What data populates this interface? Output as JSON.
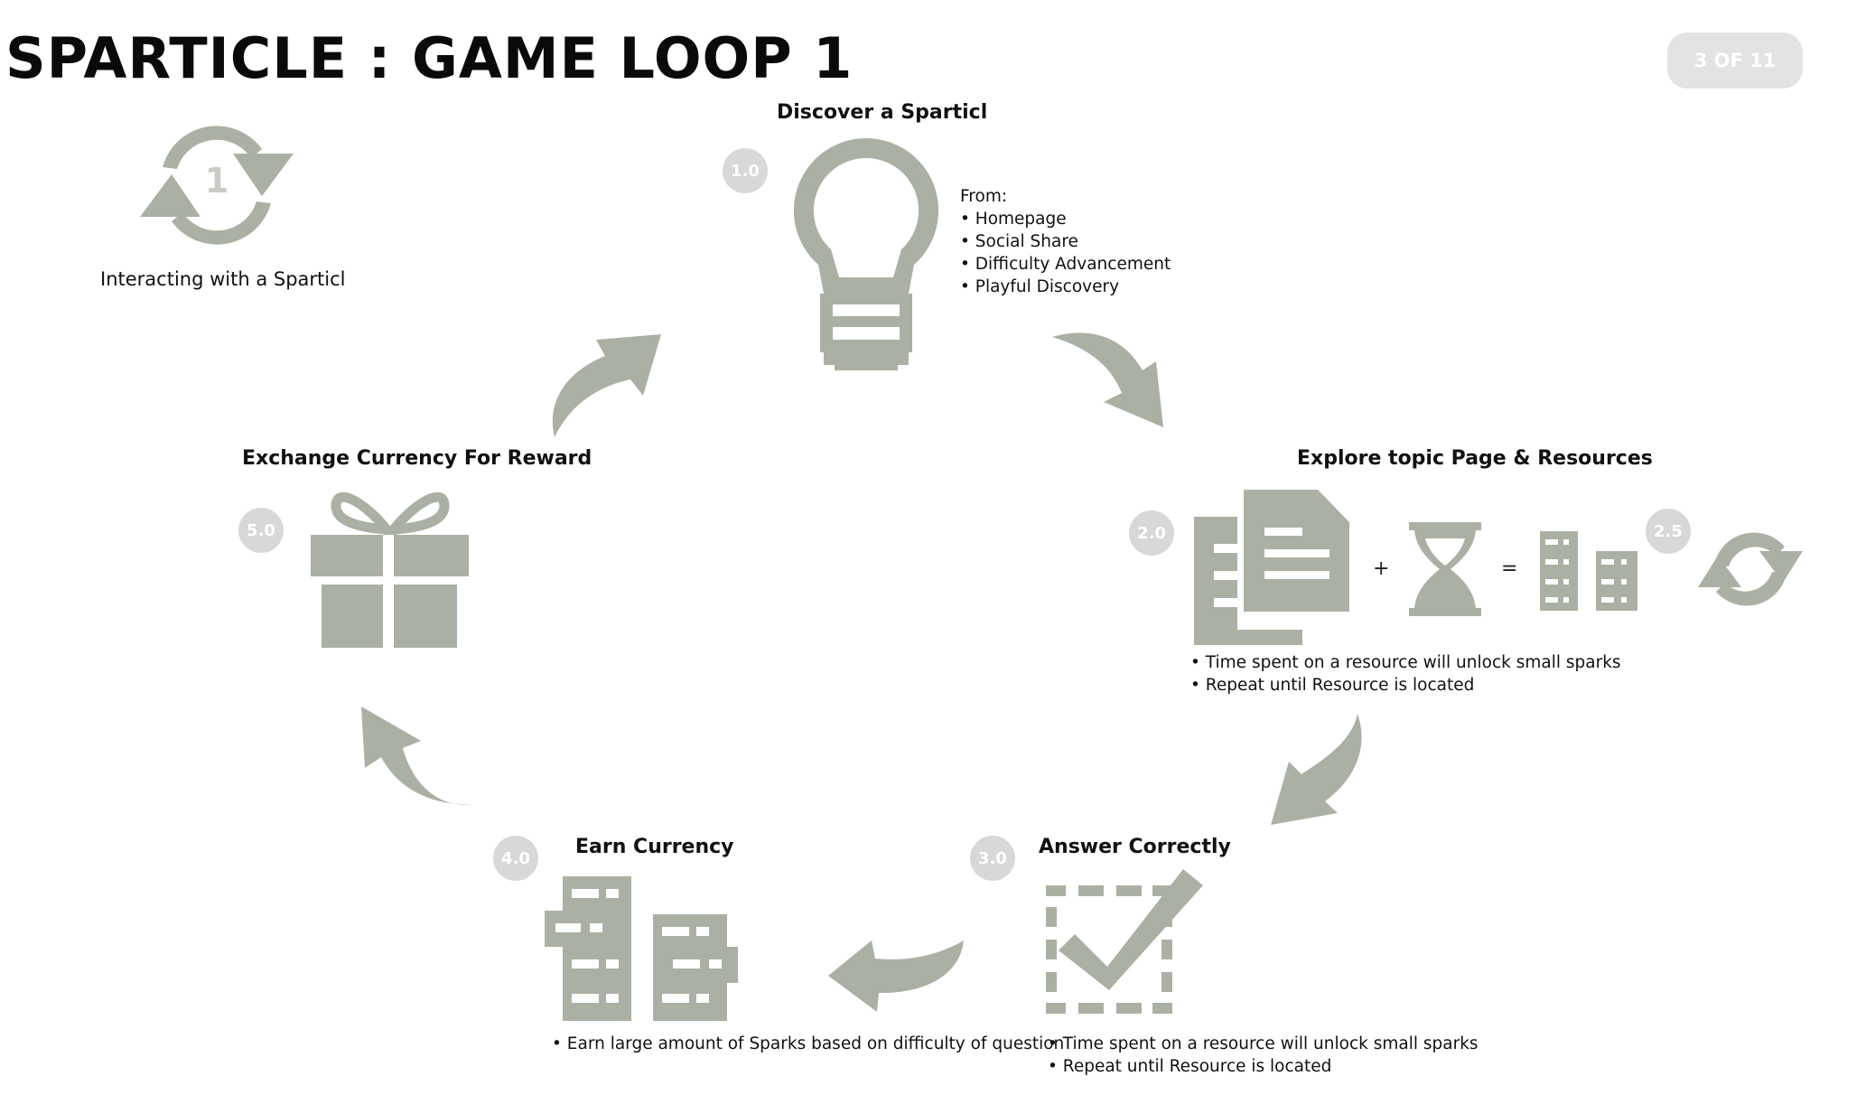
{
  "header": {
    "title": "SPARTICLE : GAME LOOP 1",
    "page_indicator": "3 OF 11"
  },
  "legend": {
    "badge_number": "1",
    "label": "Interacting with a Sparticl"
  },
  "colors": {
    "icon_gray": "#aab1a4",
    "badge_gray": "#d7d9d6",
    "page_badge_bg": "#e3e4e2",
    "text": "#111111"
  },
  "steps": {
    "discover": {
      "number": "1.0",
      "title": "Discover a Sparticl",
      "icon": "lightbulb-icon",
      "list_header": "From:",
      "items": [
        "• Homepage",
        "• Social Share",
        "• Difficulty Advancement",
        "• Playful Discovery"
      ]
    },
    "explore": {
      "number": "2.0",
      "sub_number": "2.5",
      "title": "Explore topic Page & Resources",
      "icons": [
        "document-icon",
        "hourglass-icon",
        "sparks-stack-icon",
        "refresh-icon"
      ],
      "plus": "+",
      "equals": "=",
      "items": [
        "• Time spent on a resource will unlock small sparks",
        "• Repeat until Resource is located"
      ]
    },
    "answer": {
      "number": "3.0",
      "title": "Answer Correctly",
      "icon": "checkbox-check-icon",
      "items": [
        "• Time spent on a resource will unlock small sparks",
        "• Repeat until Resource is located"
      ]
    },
    "earn": {
      "number": "4.0",
      "title": "Earn Currency",
      "icon": "sparks-stack-icon",
      "items": [
        "• Earn large amount of Sparks based on difficulty of question"
      ]
    },
    "exchange": {
      "number": "5.0",
      "title": "Exchange Currency  For Reward",
      "icon": "gift-icon"
    }
  }
}
